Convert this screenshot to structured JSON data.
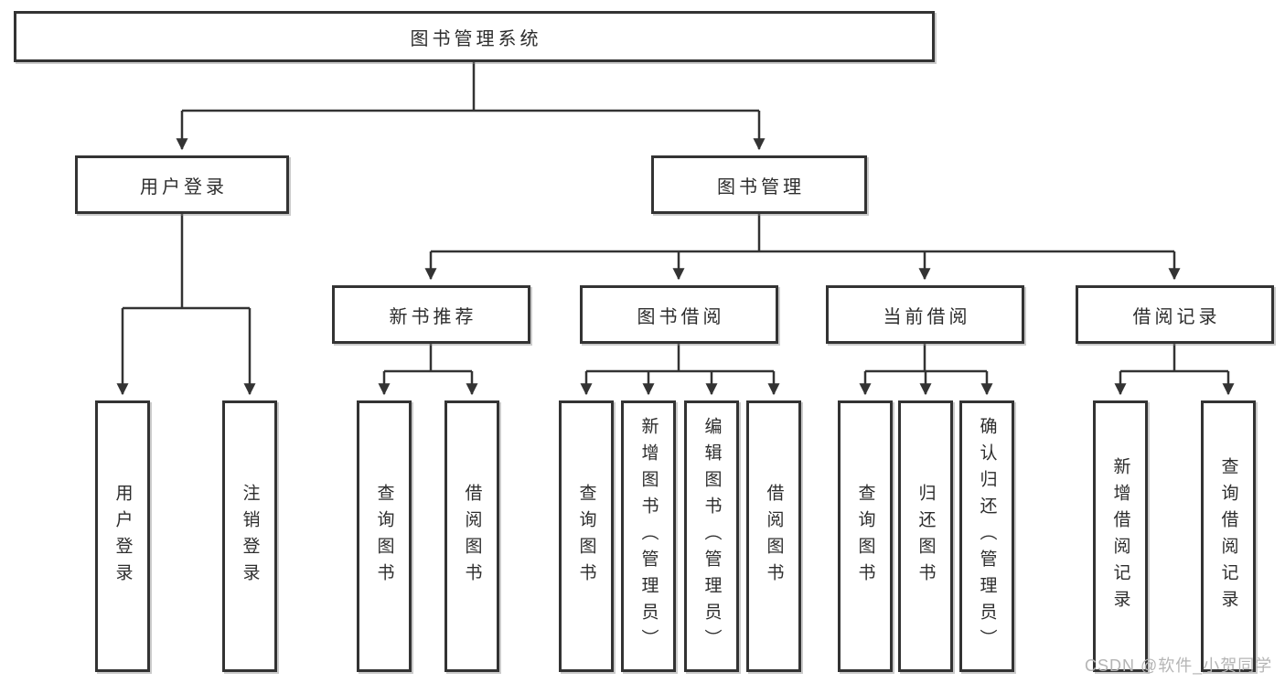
{
  "diagram": {
    "root": {
      "label": "图书管理系统"
    },
    "branches": [
      {
        "label": "用户登录",
        "leaves": [
          {
            "label": "用户登录"
          },
          {
            "label": "注销登录"
          }
        ]
      },
      {
        "label": "图书管理",
        "groups": [
          {
            "label": "新书推荐",
            "leaves": [
              {
                "label": "查询图书"
              },
              {
                "label": "借阅图书"
              }
            ]
          },
          {
            "label": "图书借阅",
            "leaves": [
              {
                "label": "查询图书"
              },
              {
                "label": "新增图书（管理员）"
              },
              {
                "label": "编辑图书（管理员）"
              },
              {
                "label": "借阅图书"
              }
            ]
          },
          {
            "label": "当前借阅",
            "leaves": [
              {
                "label": "查询图书"
              },
              {
                "label": "归还图书"
              },
              {
                "label": "确认归还（管理员）"
              }
            ]
          },
          {
            "label": "借阅记录",
            "leaves": [
              {
                "label": "新增借阅记录"
              },
              {
                "label": "查询借阅记录"
              }
            ]
          }
        ]
      }
    ]
  },
  "watermark": {
    "text": "CSDN @软件_小贺同学"
  },
  "colors": {
    "line": "#333333",
    "box_border": "#333333",
    "text": "#2d2d2d",
    "watermark": "#b5b5b5",
    "background": "#ffffff"
  }
}
